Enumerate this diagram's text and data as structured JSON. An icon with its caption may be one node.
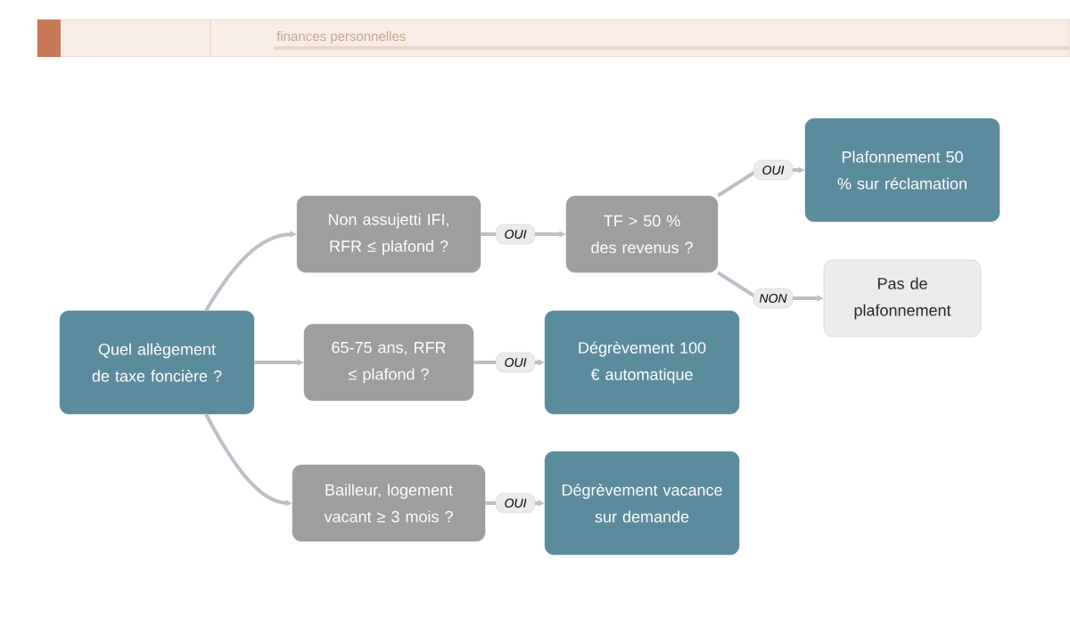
{
  "diagram": {
    "nodes": [
      {
        "text": [
          "Quel allègement de taxe foncière ?"
        ]
      },
      {
        "text": [
          "Non assujetti IFI, RFR ≤ plafond ?"
        ]
      },
      {
        "text": [
          "65-75 ans, RFR ≤ plafond ?"
        ]
      },
      {
        "text": [
          "Bailleur, logement vacant ≥ 3 mois ?"
        ]
      },
      {
        "text": [
          "TF > 50 % des revenus ?"
        ]
      },
      {
        "text": [
          "Dégrèvement 100 € automatique"
        ]
      },
      {
        "text": [
          "Dégrèvement vacance sur demande"
        ]
      },
      {
        "text": [
          "Plafonnement 50 % sur réclamation"
        ]
      },
      {
        "text": [
          "Pas de plafonnement"
        ]
      }
    ],
    "edges": [
      {
        "from": 0,
        "to": 1,
        "arrow": "to"
      },
      {
        "from": 0,
        "to": 2,
        "arrow": "to"
      },
      {
        "from": 0,
        "to": 3,
        "arrow": "to"
      },
      {
        "from": 1,
        "to": 4,
        "arrow": "to",
        "label": "OUI"
      },
      {
        "from": 2,
        "to": 5,
        "arrow": "to",
        "label": "OUI"
      },
      {
        "from": 3,
        "to": 6,
        "arrow": "to",
        "label": "OUI"
      },
      {
        "from": 4,
        "to": 7,
        "arrow": "to",
        "label": "OUI"
      },
      {
        "from": 4,
        "to": 8,
        "arrow": "to",
        "label": "NON"
      }
    ],
    "labels": [
      "finances personnelles"
    ]
  }
}
